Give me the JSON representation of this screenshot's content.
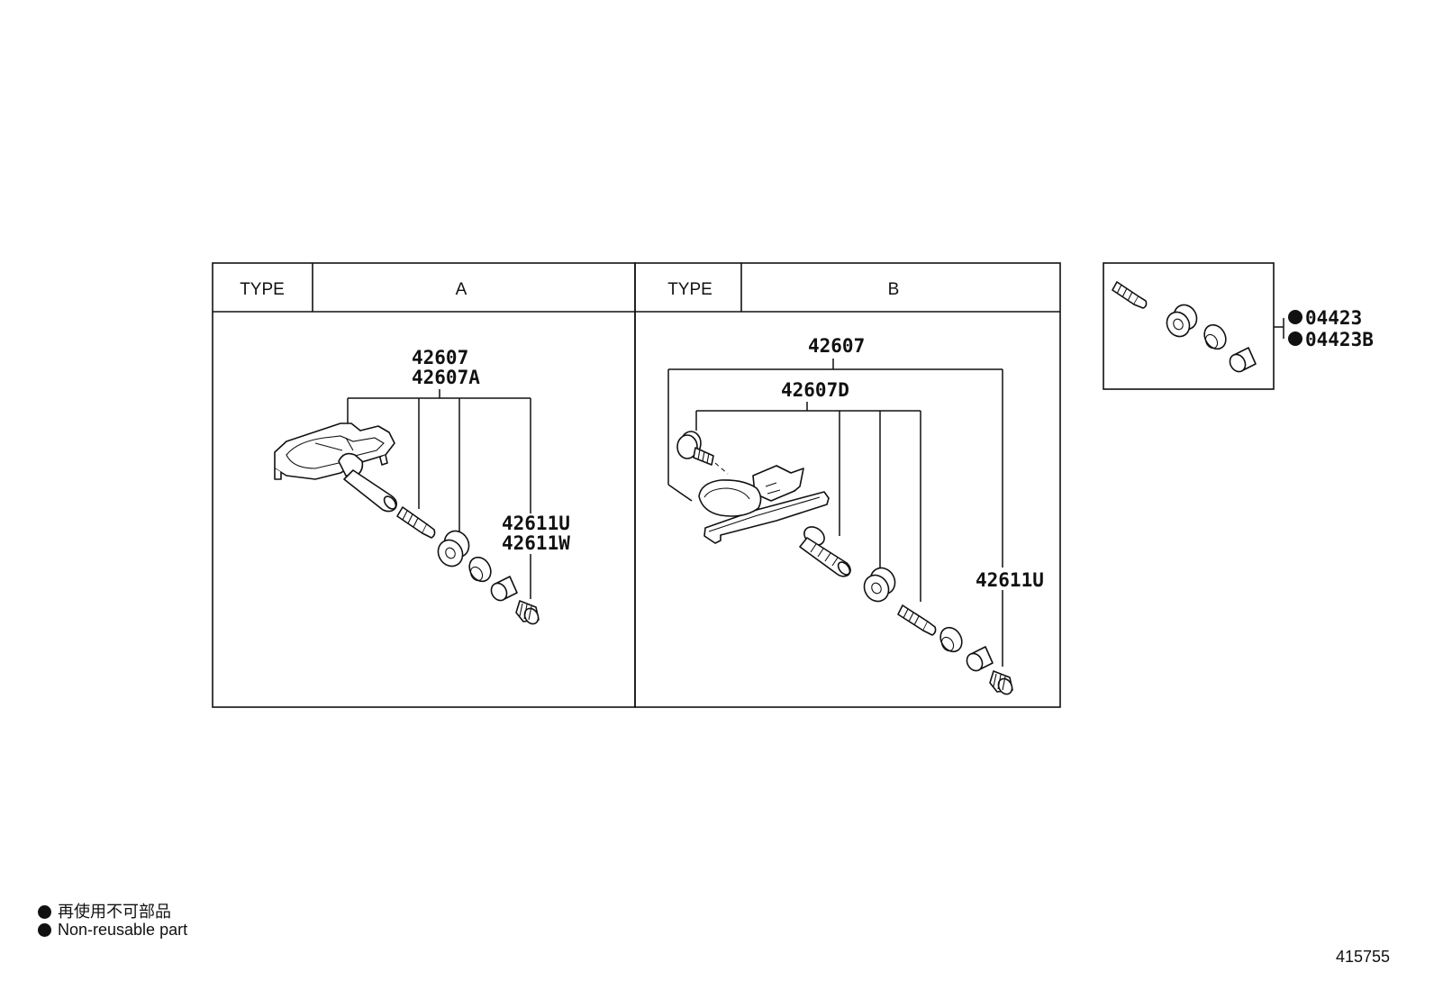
{
  "panels": {
    "type_a": {
      "type_label": "TYPE",
      "type_value": "A",
      "callouts": [
        "42607",
        "42607A",
        "42611U",
        "42611W"
      ]
    },
    "type_b": {
      "type_label": "TYPE",
      "type_value": "B",
      "callouts": [
        "42607",
        "42607D",
        "42611U"
      ]
    },
    "kit": {
      "callouts": [
        "04423",
        "04423B"
      ],
      "non_reusable": true
    }
  },
  "legend": {
    "japanese": "再使用不可部品",
    "english": "Non-reusable part"
  },
  "illustration_number": "415755"
}
